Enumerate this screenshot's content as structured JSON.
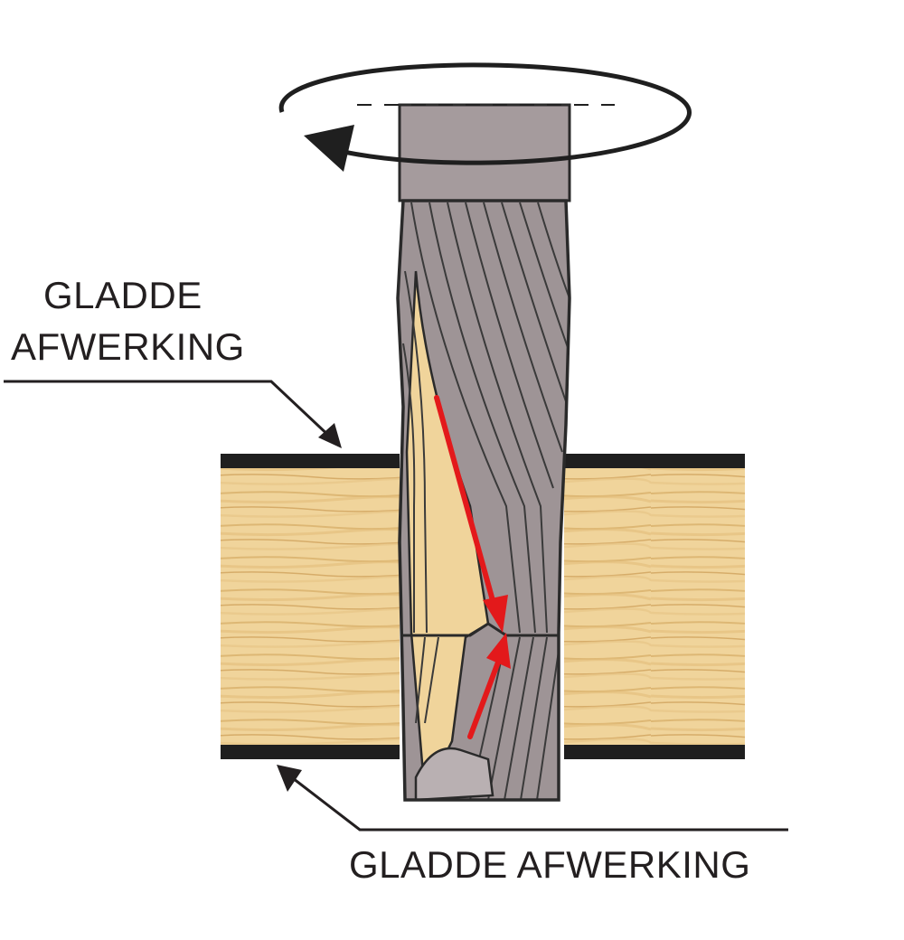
{
  "labels": {
    "top_line1": "GLADDE",
    "top_line2": "AFWERKING",
    "bottom": "GLADDE AFWERKING"
  },
  "colors": {
    "wood_light": "#f2d9a4",
    "wood_mid": "#e8c785",
    "wood_grain": "#c9a25f",
    "board_edge": "#1f1f1f",
    "bit_body": "#9e9496",
    "bit_flute": "#b9b0b2",
    "bit_outline": "#2a2a2a",
    "arrow_red": "#e3191b",
    "text": "#231f20"
  },
  "icons": {
    "rotation": "rotation-arrow-icon",
    "chip_flow_down": "red-arrow-down-icon",
    "chip_flow_up": "red-arrow-up-icon",
    "pointer_top": "pointer-arrow-icon",
    "pointer_bottom": "pointer-arrow-icon"
  }
}
